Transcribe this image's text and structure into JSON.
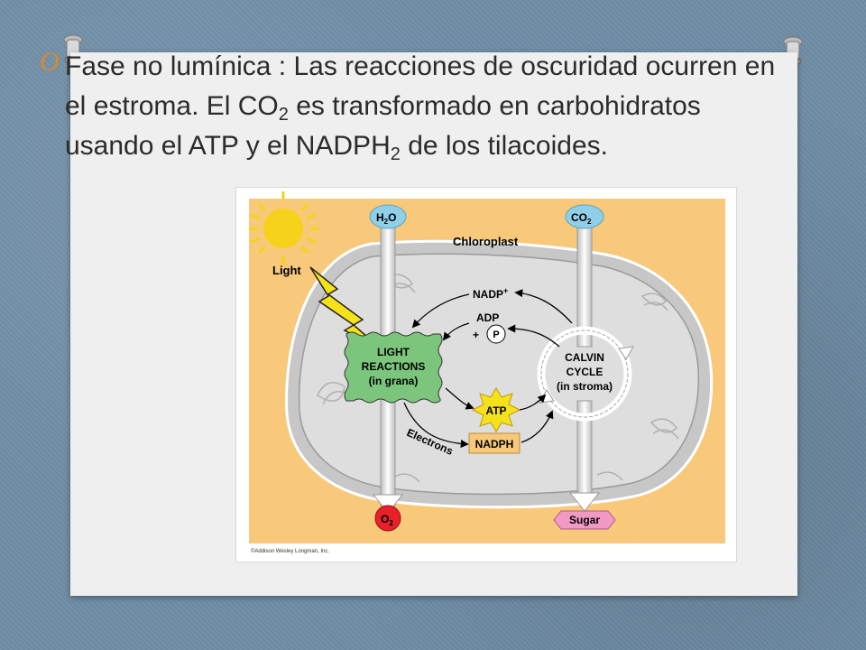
{
  "slide": {
    "bullet_glyph": "O",
    "phase_title": "Fase no lumínica",
    "separator": " : ",
    "text_a": "Las reacciones de oscuridad ocurren en el ",
    "stroma_word": "estroma",
    "text_b": ". El CO",
    "sub_co2": "2",
    "text_c": " es transformado en carbohidratos usando el ATP y el NADPH",
    "sub_nadph": "2",
    "text_d": " de los tilacoides."
  },
  "diagram": {
    "water_label": "H",
    "water_sub": "2",
    "water_tail": "O",
    "co2_label": "CO",
    "co2_sub": "2",
    "chloroplast_label": "Chloroplast",
    "light_label": "Light",
    "nadp_label": "NADP",
    "nadp_sup": "+",
    "adp_label": "ADP",
    "plus_label": "+",
    "p_label": "P",
    "light_reactions_l1": "LIGHT",
    "light_reactions_l2": "REACTIONS",
    "light_reactions_l3": "(in grana)",
    "calvin_l1": "CALVIN",
    "calvin_l2": "CYCLE",
    "calvin_l3": "(in stroma)",
    "atp_label": "ATP",
    "nadph_label": "NADPH",
    "electrons_label": "Electrons",
    "o2_label": "O",
    "o2_sub": "2",
    "sugar_label": "Sugar",
    "credit": "©Addison Wesley Longman, Inc."
  },
  "colors": {
    "peach": "#f8c97a",
    "water_blue": "#8fd0e8",
    "green": "#7cc57c",
    "o2_red": "#e8202a",
    "sugar_pink": "#f29ac6",
    "sun": "#f6d21a",
    "accent_orange": "#d9892b"
  }
}
